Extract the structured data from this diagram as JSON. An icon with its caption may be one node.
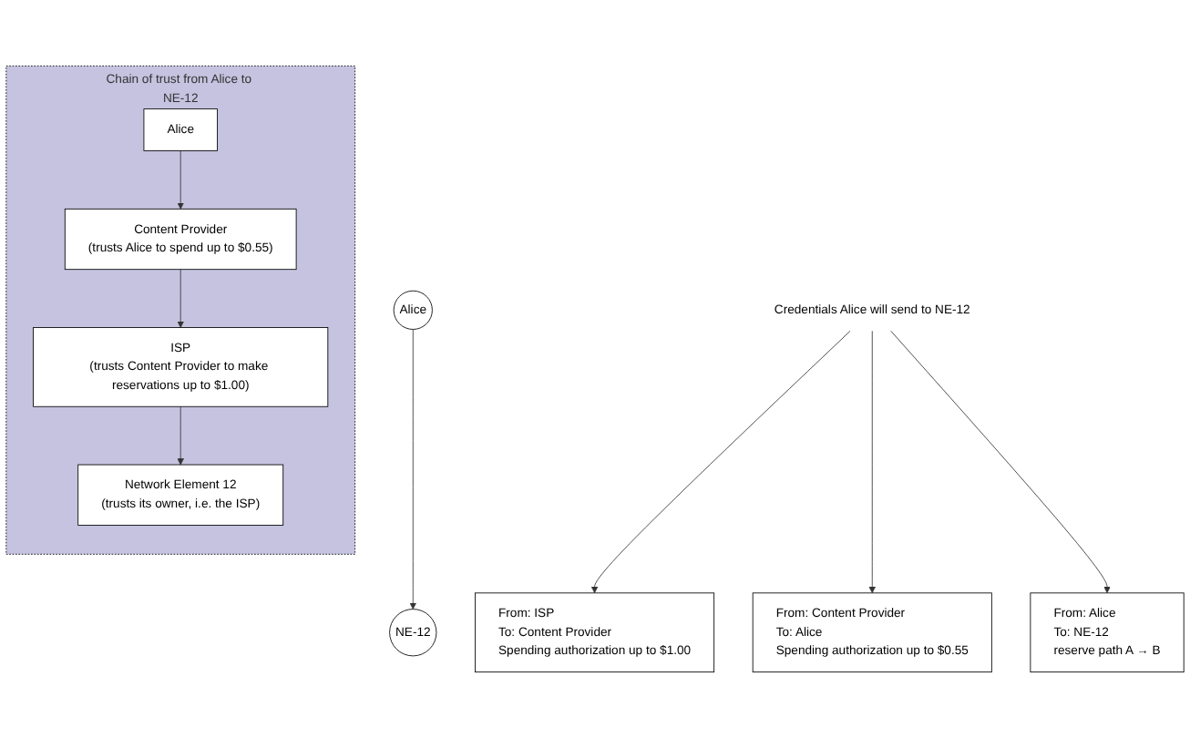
{
  "diagram": {
    "nodes": [
      {
        "text": [
          "Alice"
        ]
      },
      {
        "text": [
          "NE-12"
        ]
      },
      {
        "text": [
          "From: ISP",
          "To: Content Provider",
          "Spending authorization up to $1.00"
        ]
      },
      {
        "text": [
          "From: Content Provider",
          "To: Alice",
          "Spending authorization up to $0.55"
        ]
      },
      {
        "text": [
          "From: Alice",
          "To: NE-12",
          "reserve path A → B"
        ]
      },
      {
        "text": [
          "Credentials Alice will send to NE-12"
        ]
      },
      {
        "text": [
          "Chain of trust from Alice to NE-12"
        ]
      },
      {
        "text": [
          "Alice"
        ],
        "in": 6
      },
      {
        "text": [
          "Content Provider",
          "(trusts Alice to spend up to $0.55)"
        ],
        "in": 6
      },
      {
        "text": [
          "ISP",
          "(trusts Content Provider to make reservations up to $1.00)"
        ],
        "in": 6
      },
      {
        "text": [
          "Network Element 12",
          "(trusts its owner, i.e. the ISP)"
        ],
        "in": 6
      }
    ],
    "edges": [
      {
        "from": 0,
        "to": 1,
        "arrow": "to"
      },
      {
        "from": 5,
        "to": 2,
        "arrow": "to"
      },
      {
        "from": 5,
        "to": 3,
        "arrow": "to"
      },
      {
        "from": 5,
        "to": 4,
        "arrow": "to"
      },
      {
        "from": 7,
        "to": 8,
        "arrow": "to"
      },
      {
        "from": 8,
        "to": 9,
        "arrow": "to"
      },
      {
        "from": 9,
        "to": 10,
        "arrow": "to"
      }
    ]
  }
}
